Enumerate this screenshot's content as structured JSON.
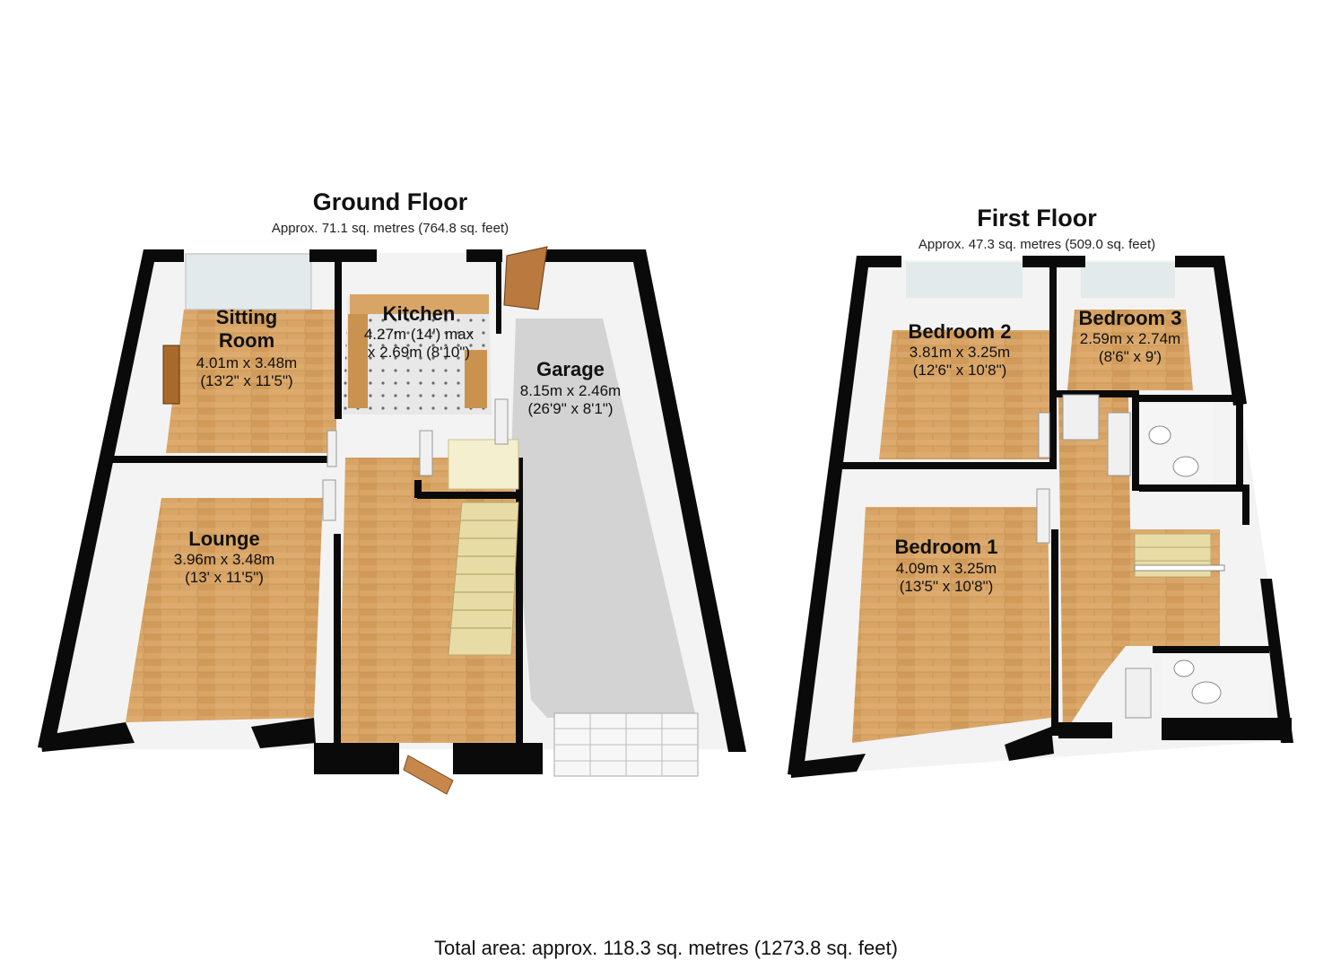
{
  "ground_floor": {
    "title": "Ground Floor",
    "area": "Approx. 71.1 sq. metres (764.8 sq. feet)",
    "rooms": [
      {
        "name": "Sitting\nRoom",
        "dims": "4.01m x 3.48m\n(13'2\" x 11'5\")"
      },
      {
        "name": "Kitchen",
        "dims": "4.27m (14') max\nx 2.69m (8'10\")"
      },
      {
        "name": "Garage",
        "dims": "8.15m x 2.46m\n(26'9\" x 8'1\")"
      },
      {
        "name": "Lounge",
        "dims": "3.96m x 3.48m\n(13' x 11'5\")"
      }
    ]
  },
  "first_floor": {
    "title": "First Floor",
    "area": "Approx. 47.3 sq. metres (509.0 sq. feet)",
    "rooms": [
      {
        "name": "Bedroom 2",
        "dims": "3.81m x 3.25m\n(12'6\" x 10'8\")"
      },
      {
        "name": "Bedroom 3",
        "dims": "2.59m x 2.74m\n(8'6\" x 9')"
      },
      {
        "name": "Bedroom 1",
        "dims": "4.09m x 3.25m\n(13'5\" x 10'8\")"
      }
    ]
  },
  "total_area": "Total area: approx. 118.3 sq. metres (1273.8 sq. feet)",
  "colors": {
    "wall": "#000000",
    "wall_face": "#f2f2f2",
    "wood_floor": "#d9a566",
    "tile_floor": "#e6e6e6",
    "garage_floor": "#d3d3d3",
    "window": "#cfe3e6"
  }
}
